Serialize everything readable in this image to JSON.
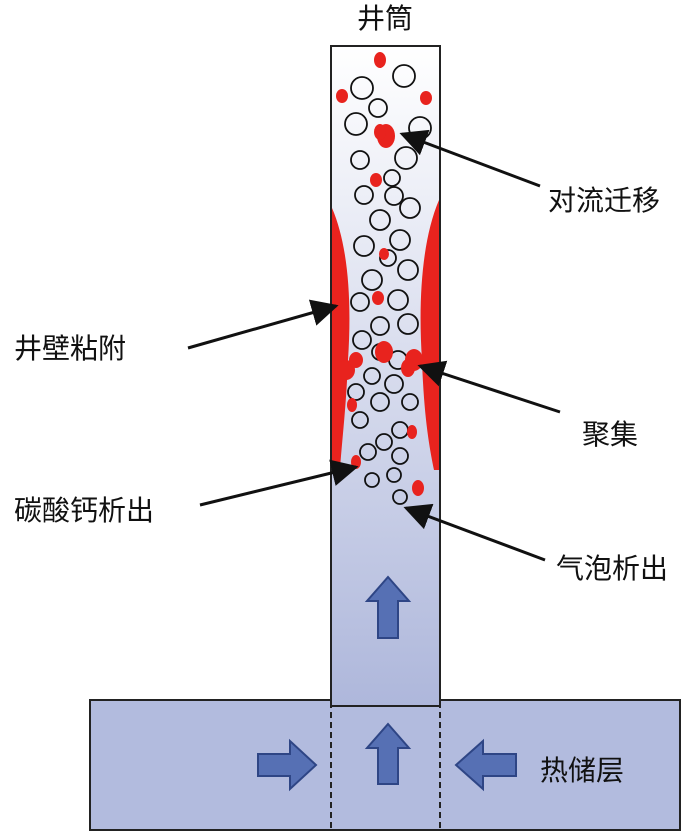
{
  "labels": {
    "wellbore": "井筒",
    "convection": "对流迁移",
    "wall_adhesion": "井壁粘附",
    "aggregation": "聚集",
    "calcite_precipitation": "碳酸钙析出",
    "gas_exsolution": "气泡析出",
    "reservoir": "热储层"
  },
  "colors": {
    "fluid_gradient_top": "#ffffff",
    "fluid_gradient_bottom": "#aeb7db",
    "reservoir_fill": "#b2bbde",
    "arrow_fill": "#5670b4",
    "arrow_stroke": "#2e4585",
    "scale": "#e8231e",
    "outline": "#222222"
  }
}
